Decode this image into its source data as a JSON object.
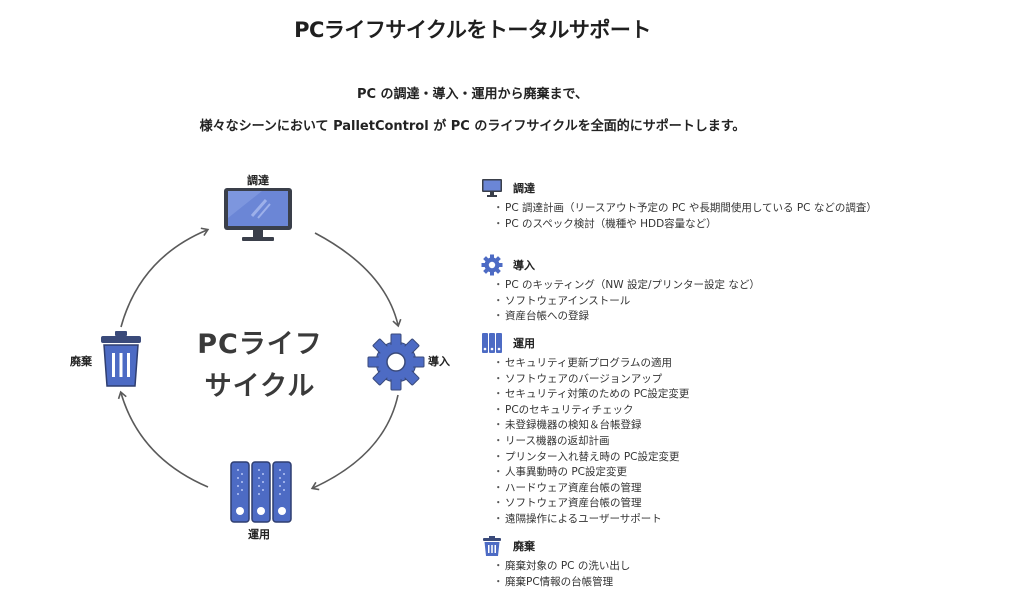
{
  "title": "PCライフサイクルをトータルサポート",
  "subtitle_line1": "PC の調達・導入・運用から廃棄まで、",
  "subtitle_line2": "様々なシーンにおいて PalletControl が PC のライフサイクルを全面的にサポートします。",
  "cycle": {
    "center_line1": "PCライフ",
    "center_line2": "サイクル",
    "nodes": {
      "procurement": "調達",
      "introduction": "導入",
      "operation": "運用",
      "disposal": "廃棄"
    },
    "accent_color": "#4d6bc4",
    "arrow_color": "#5a5a5a"
  },
  "sections": [
    {
      "icon": "monitor-icon",
      "title": "調達",
      "items": [
        "PC 調達計画（リースアウト予定の PC や長期間使用している PC などの調査）",
        "PC のスペック検討（機種や HDD容量など）"
      ]
    },
    {
      "icon": "gear-icon",
      "title": "導入",
      "items": [
        "PC のキッティング（NW 設定/プリンター設定 など）",
        "ソフトウェアインストール",
        "資産台帳への登録"
      ]
    },
    {
      "icon": "server-icon",
      "title": "運用",
      "items": [
        "セキュリティ更新プログラムの適用",
        "ソフトウェアのバージョンアップ",
        "セキュリティ対策のための PC設定変更",
        "PCのセキュリティチェック",
        "未登録機器の検知＆台帳登録",
        "リース機器の返却計画",
        "プリンター入れ替え時の PC設定変更",
        "人事異動時の PC設定変更",
        "ハードウェア資産台帳の管理",
        "ソフトウェア資産台帳の管理",
        "遠隔操作によるユーザーサポート"
      ]
    },
    {
      "icon": "trash-icon",
      "title": "廃棄",
      "items": [
        "廃棄対象の PC の洗い出し",
        "廃棄PC情報の台帳管理"
      ]
    }
  ]
}
